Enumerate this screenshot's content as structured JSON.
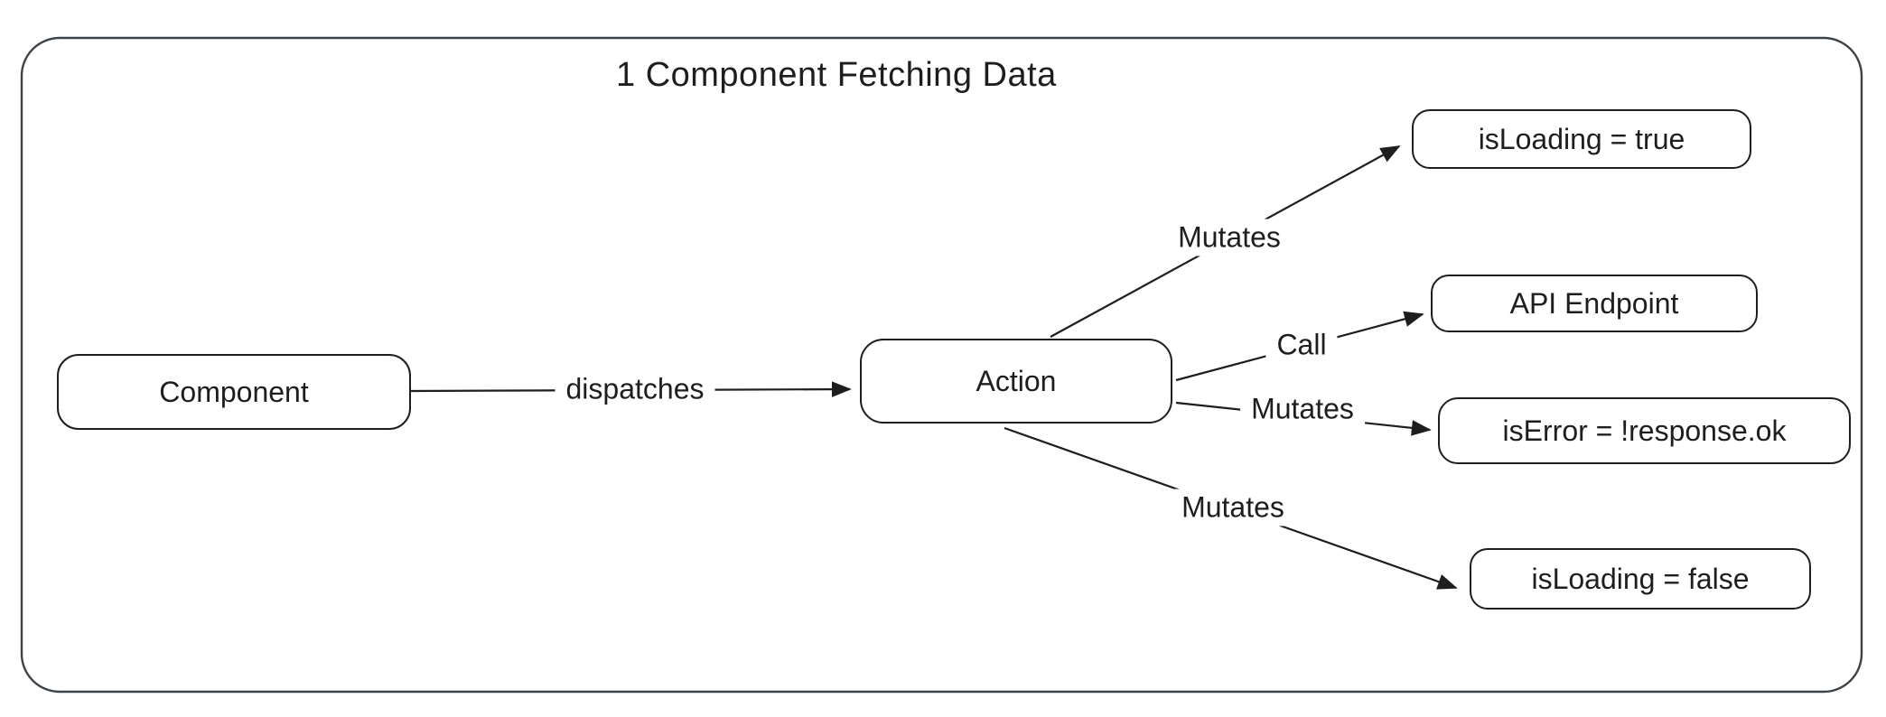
{
  "title": "1 Component Fetching Data",
  "diagram": {
    "nodes": {
      "component": {
        "label": "Component"
      },
      "action": {
        "label": "Action"
      },
      "isLoadingTrue": {
        "label": "isLoading = true"
      },
      "apiEndpoint": {
        "label": "API Endpoint"
      },
      "isError": {
        "label": "isError = !response.ok"
      },
      "isLoadingFalse": {
        "label": "isLoading = false"
      }
    },
    "edges": {
      "dispatches": {
        "label": "dispatches",
        "from": "Component",
        "to": "Action"
      },
      "mutatesTop": {
        "label": "Mutates",
        "from": "Action",
        "to": "isLoading = true"
      },
      "call": {
        "label": "Call",
        "from": "Action",
        "to": "API Endpoint"
      },
      "mutatesMid": {
        "label": "Mutates",
        "from": "Action",
        "to": "isError = !response.ok"
      },
      "mutatesBottom": {
        "label": "Mutates",
        "from": "Action",
        "to": "isLoading = false"
      }
    },
    "colors": {
      "stroke": "#1e1e1e",
      "frame": "#3d4248",
      "background": "#ffffff"
    }
  }
}
